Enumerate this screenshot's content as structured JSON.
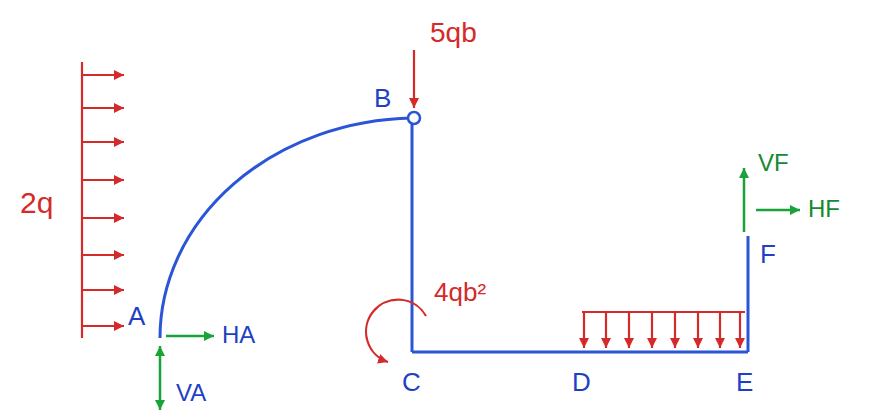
{
  "diagram": {
    "labels": [
      "2q",
      "A",
      "HA",
      "VA",
      "B",
      "5qb",
      "C",
      "4qb²",
      "D",
      "E",
      "F",
      "VF",
      "HF"
    ]
  }
}
